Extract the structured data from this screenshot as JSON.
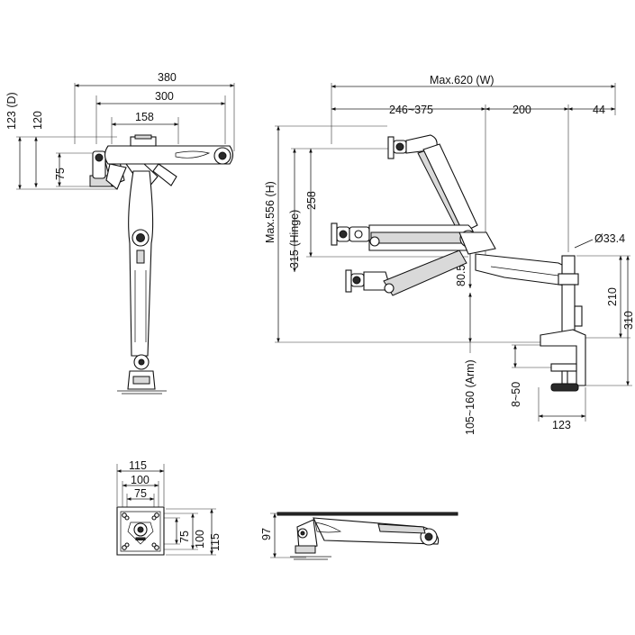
{
  "views": {
    "top": {
      "dims": {
        "w380": "380",
        "w300": "300",
        "w158": "158",
        "h123d": "123 (D)",
        "h120": "120",
        "h75": "75"
      }
    },
    "side": {
      "dims": {
        "max620": "Max.620  (W)",
        "w246_375": "246~375",
        "w200": "200",
        "w44": "44",
        "max556": "Max.556 (H)",
        "h315": "315 (Hinge)",
        "h258": "258",
        "d33_4": "Ø33.4",
        "h80_5": "80.5",
        "h210": "210",
        "h310": "310",
        "h105_160": "105~160 (Arm)",
        "r8_50": "8~50",
        "w123": "123"
      }
    },
    "vesa": {
      "dims": {
        "w115": "115",
        "w100": "100",
        "w75": "75",
        "h75": "75",
        "h100": "100",
        "h115": "115"
      }
    },
    "folded": {
      "dims": {
        "h97": "97"
      }
    }
  }
}
